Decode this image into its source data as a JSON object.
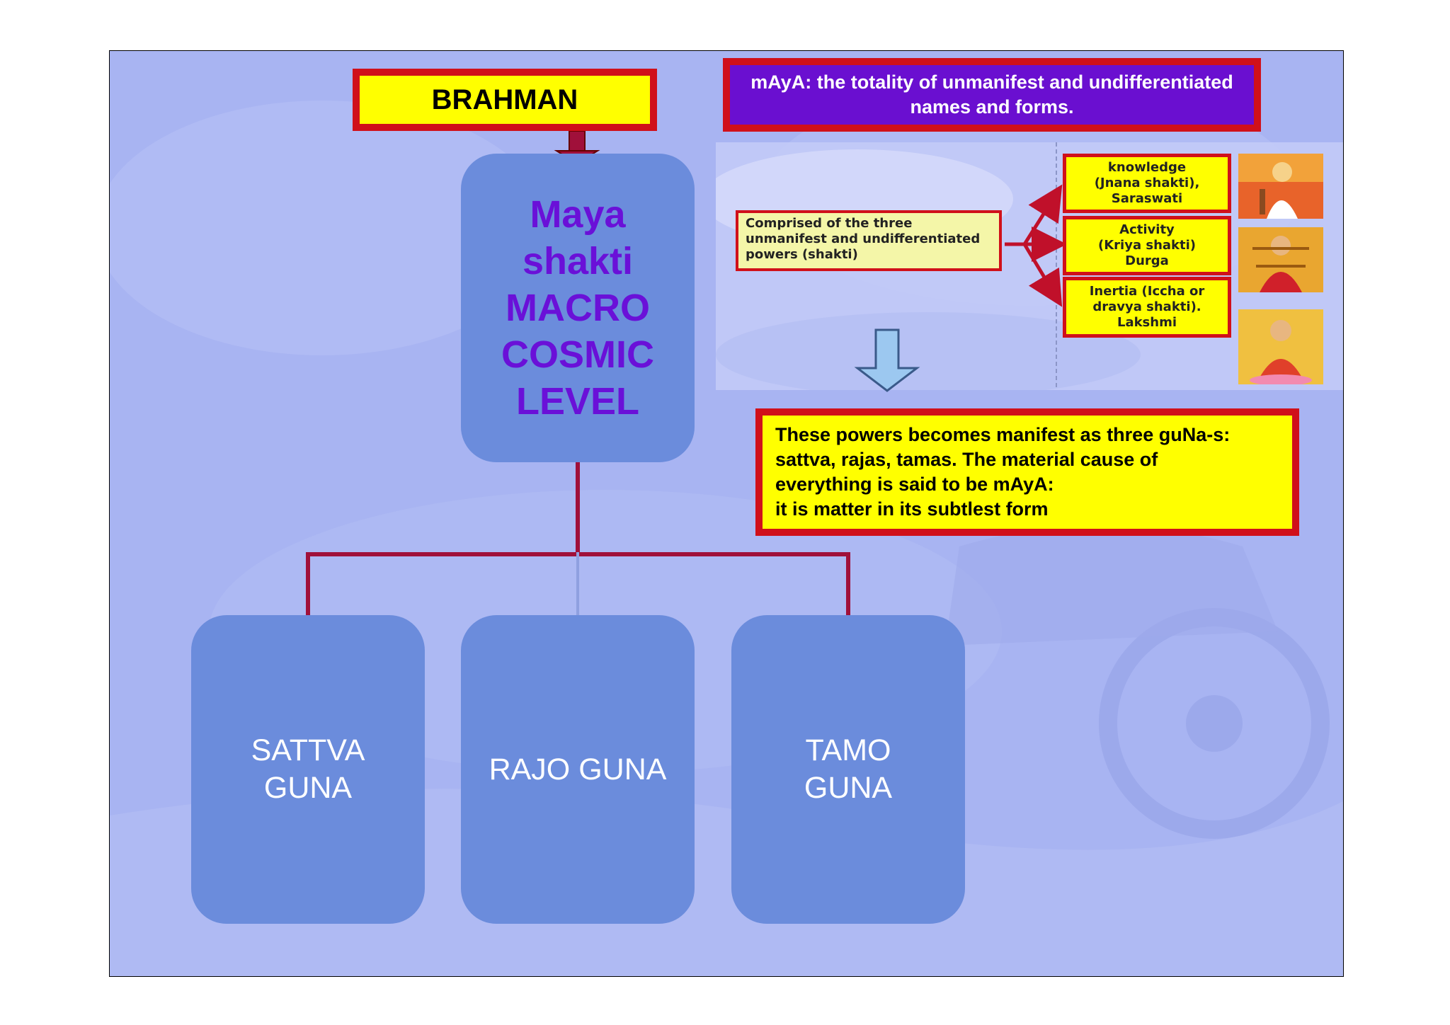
{
  "brahman": {
    "label": "BRAHMAN"
  },
  "maya_definition": {
    "text": "mAyA: the totality of unmanifest and undifferentiated names and forms."
  },
  "maya_box": {
    "lines": [
      "Maya",
      "shakti",
      "MACRO",
      "COSMIC",
      "LEVEL"
    ]
  },
  "gunas": [
    {
      "lines": [
        "SATTVA",
        "GUNA"
      ]
    },
    {
      "lines": [
        "RAJO GUNA"
      ]
    },
    {
      "lines": [
        "TAMO",
        "GUNA"
      ]
    }
  ],
  "comprised": {
    "text": "Comprised of the three unmanifest and undifferentiated powers (shakti)"
  },
  "shaktis": [
    {
      "lines": [
        "knowledge",
        "(Jnana shakti),",
        "Saraswati"
      ]
    },
    {
      "lines": [
        "Activity",
        "(Kriya shakti)",
        "Durga"
      ]
    },
    {
      "lines": [
        "Inertia (Iccha or",
        "dravya shakti).",
        "Lakshmi"
      ]
    }
  ],
  "powers": {
    "lines": [
      "These powers becomes manifest as three guNa-s:",
      "sattva, rajas, tamas. The material cause of",
      "everything is said to be mAyA:",
      "it is matter in its subtlest form"
    ]
  },
  "colors": {
    "slide_bg": "#a8b4f2",
    "box_blue": "#6b8cdc",
    "red": "#d0101a",
    "yellow": "#ffff00",
    "purple": "#6a0fd0",
    "connector": "#a0103a"
  }
}
